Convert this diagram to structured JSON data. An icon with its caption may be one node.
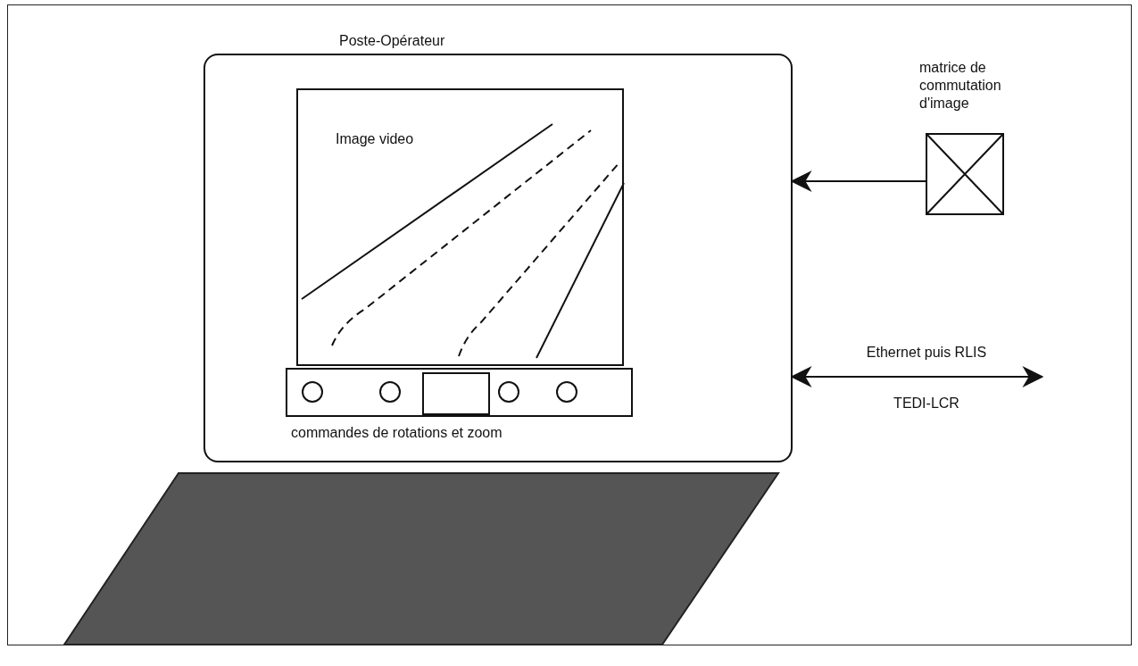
{
  "diagram": {
    "nodes": [
      {
        "text": [
          "Poste-Opérateur"
        ]
      },
      {
        "text": [
          "Image video"
        ],
        "in": 0
      },
      {
        "text": [
          "commandes de rotations et zoom"
        ],
        "in": 0
      },
      {
        "text": [
          "matrice de commutation d'image"
        ]
      }
    ],
    "edges": [
      {
        "from": 3,
        "to": 0,
        "arrow": "to"
      },
      {
        "from": 0,
        "to": null,
        "arrow": "both",
        "label": "Ethernet puis RLIS"
      }
    ],
    "labels": [
      "TEDI-LCR"
    ]
  }
}
